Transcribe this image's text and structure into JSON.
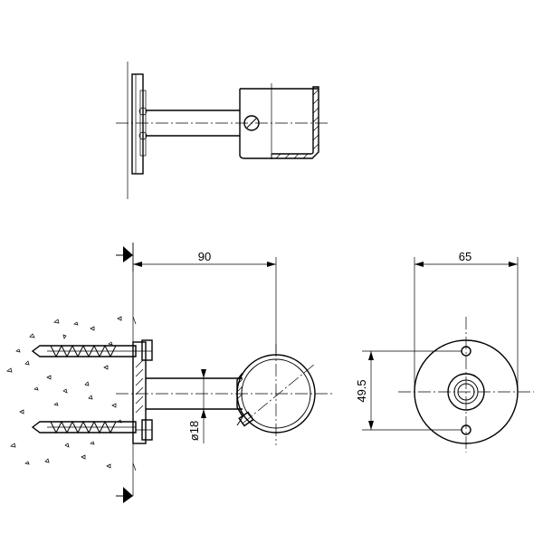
{
  "drawing": {
    "dimensions": {
      "projection": "90",
      "flange_width": "65",
      "hole_spacing": "49.5",
      "rod_diameter": "ø18"
    }
  }
}
